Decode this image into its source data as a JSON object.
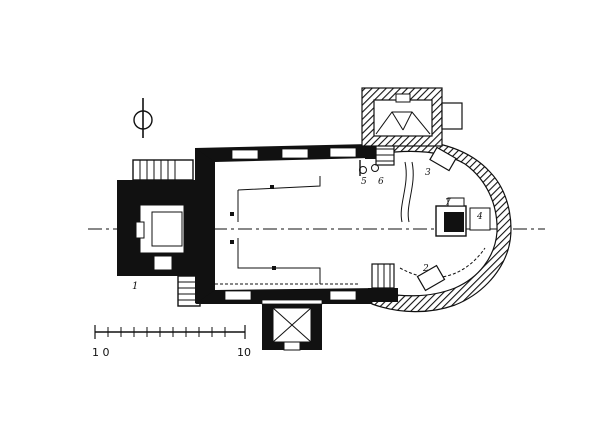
{
  "scale": {
    "start_label": "1 0",
    "end_label": "10"
  },
  "labels": {
    "tower": "1",
    "font": "2",
    "pulpit": "3",
    "altar": "4",
    "sedilia": "5",
    "lectern": "6",
    "sacristy": "7"
  }
}
